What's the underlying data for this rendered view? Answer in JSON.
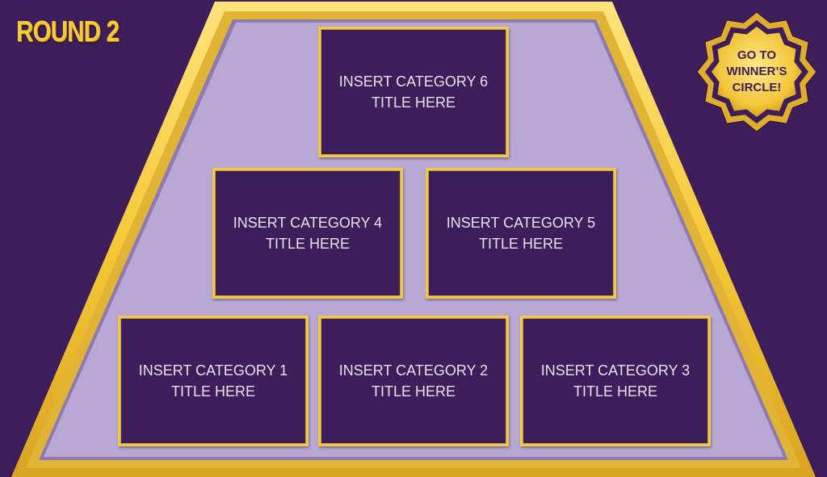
{
  "round": {
    "title": "ROUND 2"
  },
  "categories": [
    {
      "line1": "INSERT CATEGORY 6",
      "line2": "TITLE HERE"
    },
    {
      "line1": "INSERT CATEGORY 4",
      "line2": "TITLE HERE"
    },
    {
      "line1": "INSERT CATEGORY 5",
      "line2": "TITLE HERE"
    },
    {
      "line1": "INSERT CATEGORY 1",
      "line2": "TITLE HERE"
    },
    {
      "line1": "INSERT CATEGORY 2",
      "line2": "TITLE HERE"
    },
    {
      "line1": "INSERT CATEGORY 3",
      "line2": "TITLE HERE"
    }
  ],
  "winners_circle": {
    "line1": "GO TO",
    "line2": "WINNER’S",
    "line3": "CIRCLE!"
  },
  "colors": {
    "background": "#3d1d5a",
    "pyramid_fill": "#b9a8d4",
    "gold": "#f5c938",
    "tile_text": "#e9e2f0"
  }
}
